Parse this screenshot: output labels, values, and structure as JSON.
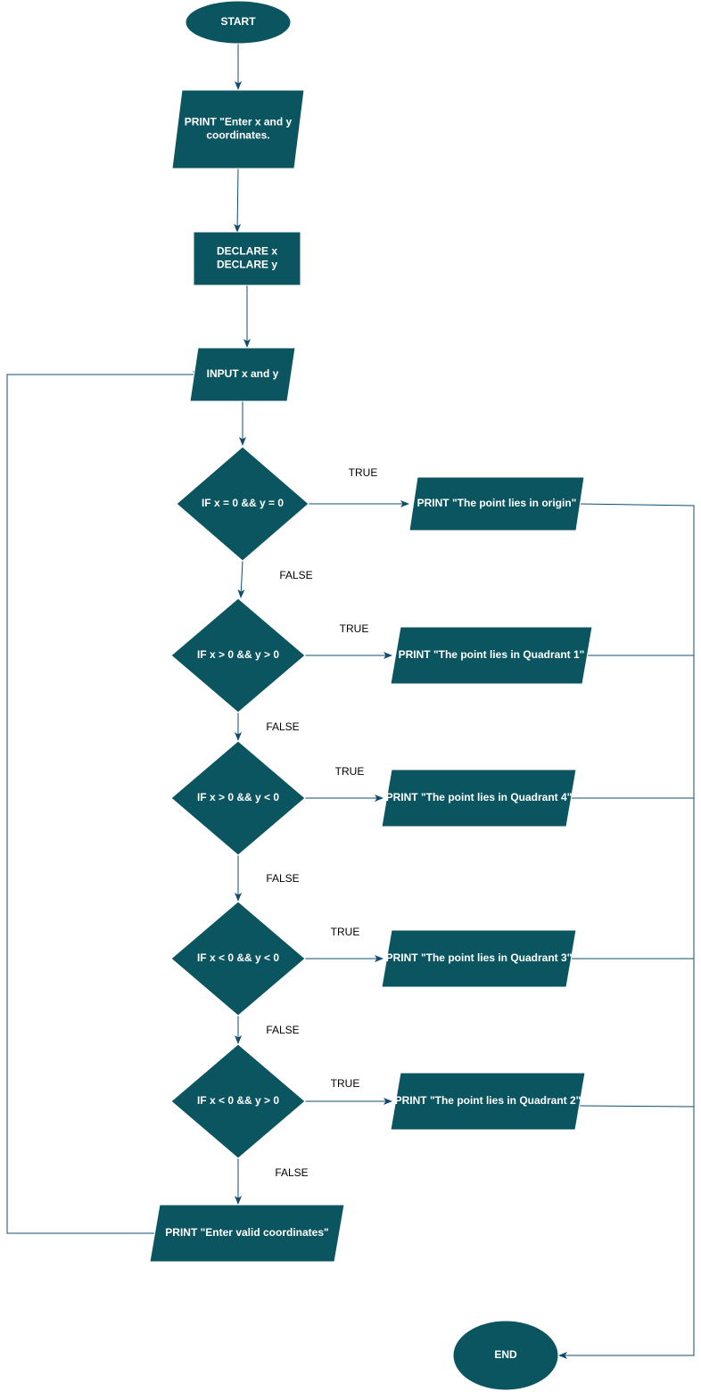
{
  "colors": {
    "node_fill": "#0b5560",
    "node_text": "#ffffff",
    "connector": "#0f4c6e",
    "edge_label": "#000000",
    "background": "#ffffff"
  },
  "nodes": {
    "start": {
      "shape": "terminator",
      "lines": [
        "START"
      ]
    },
    "print_enter": {
      "shape": "io",
      "lines": [
        "PRINT \"Enter x and y",
        "coordinates."
      ]
    },
    "declare": {
      "shape": "process",
      "lines": [
        "DECLARE x",
        "DECLARE y"
      ]
    },
    "input": {
      "shape": "io",
      "lines": [
        "INPUT x and y"
      ]
    },
    "if_origin": {
      "shape": "decision",
      "lines": [
        "IF x = 0 && y = 0"
      ]
    },
    "print_origin": {
      "shape": "io",
      "lines": [
        "PRINT \"The point lies in origin\""
      ]
    },
    "if_q1": {
      "shape": "decision",
      "lines": [
        "IF x > 0 && y > 0"
      ]
    },
    "print_q1": {
      "shape": "io",
      "lines": [
        "PRINT \"The point lies in Quadrant 1\""
      ]
    },
    "if_q4": {
      "shape": "decision",
      "lines": [
        "IF x > 0 && y < 0"
      ]
    },
    "print_q4": {
      "shape": "io",
      "lines": [
        "PRINT \"The point lies in Quadrant 4\""
      ]
    },
    "if_q3": {
      "shape": "decision",
      "lines": [
        "IF x < 0 && y < 0"
      ]
    },
    "print_q3": {
      "shape": "io",
      "lines": [
        "PRINT \"The point lies in Quadrant 3\""
      ]
    },
    "if_q2": {
      "shape": "decision",
      "lines": [
        "IF x < 0 && y > 0"
      ]
    },
    "print_q2": {
      "shape": "io",
      "lines": [
        "PRINT \"The point lies in Quadrant 2\""
      ]
    },
    "print_invalid": {
      "shape": "io",
      "lines": [
        "PRINT \"Enter valid coordinates\""
      ]
    },
    "end": {
      "shape": "terminator",
      "lines": [
        "END"
      ]
    }
  },
  "edges": [
    {
      "from": "start",
      "to": "print_enter",
      "label": ""
    },
    {
      "from": "print_enter",
      "to": "declare",
      "label": ""
    },
    {
      "from": "declare",
      "to": "input",
      "label": ""
    },
    {
      "from": "input",
      "to": "if_origin",
      "label": ""
    },
    {
      "from": "if_origin",
      "to": "print_origin",
      "label": "TRUE"
    },
    {
      "from": "if_origin",
      "to": "if_q1",
      "label": "FALSE"
    },
    {
      "from": "if_q1",
      "to": "print_q1",
      "label": "TRUE"
    },
    {
      "from": "if_q1",
      "to": "if_q4",
      "label": "FALSE"
    },
    {
      "from": "if_q4",
      "to": "print_q4",
      "label": "TRUE"
    },
    {
      "from": "if_q4",
      "to": "if_q3",
      "label": "FALSE"
    },
    {
      "from": "if_q3",
      "to": "print_q3",
      "label": "TRUE"
    },
    {
      "from": "if_q3",
      "to": "if_q2",
      "label": "FALSE"
    },
    {
      "from": "if_q2",
      "to": "print_q2",
      "label": "TRUE"
    },
    {
      "from": "if_q2",
      "to": "print_invalid",
      "label": "FALSE"
    },
    {
      "from": "print_invalid",
      "to": "input",
      "label": ""
    },
    {
      "from": "print_origin",
      "to": "end",
      "label": ""
    },
    {
      "from": "print_q1",
      "to": "end",
      "label": ""
    },
    {
      "from": "print_q4",
      "to": "end",
      "label": ""
    },
    {
      "from": "print_q3",
      "to": "end",
      "label": ""
    },
    {
      "from": "print_q2",
      "to": "end",
      "label": ""
    }
  ]
}
